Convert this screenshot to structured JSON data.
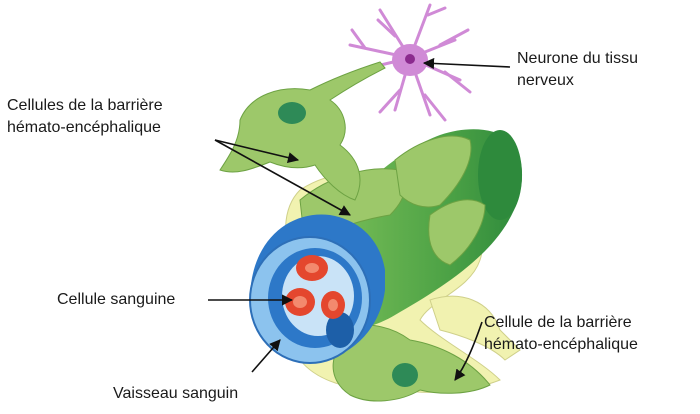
{
  "labels": {
    "neuron": [
      "Neurone du tissu",
      "nerveux"
    ],
    "bbb_cells_top": [
      "Cellules de la barrière",
      "hémato-encéphalique"
    ],
    "blood_cell": "Cellule sanguine",
    "vessel": "Vaisseau sanguin",
    "bbb_cell_bottom": [
      "Cellule de la barrière",
      "hémato-encéphalique"
    ]
  },
  "colors": {
    "neuron": "#d08ad6",
    "neuron_nucleus": "#8b2a8e",
    "astro_green": "#9dc86a",
    "astro_nucleus": "#2e8a57",
    "pale_yellow": "#f1f2b0",
    "vessel_blue": "#2d78c8",
    "vessel_light": "#8cc3ee",
    "vessel_green": "#3fa048",
    "blood_red": "#e4472e"
  }
}
